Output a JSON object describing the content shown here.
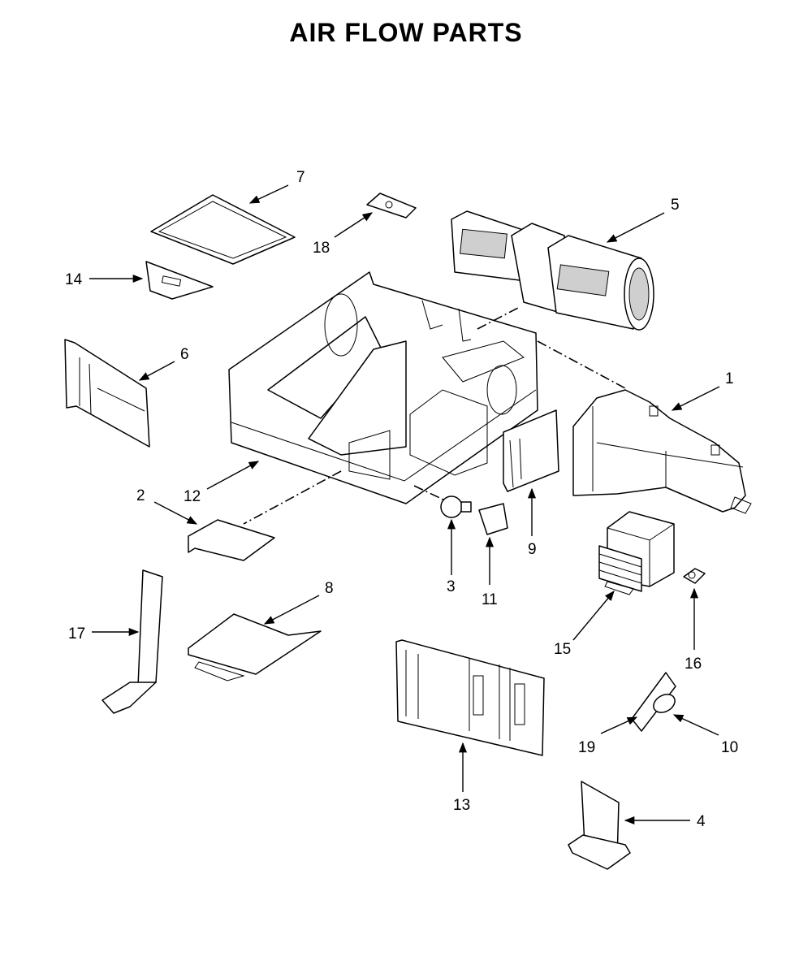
{
  "title": "AIR FLOW PARTS",
  "callouts": [
    "1",
    "2",
    "3",
    "4",
    "5",
    "6",
    "7",
    "8",
    "9",
    "10",
    "11",
    "12",
    "13",
    "14",
    "15",
    "16",
    "17",
    "18",
    "19"
  ]
}
